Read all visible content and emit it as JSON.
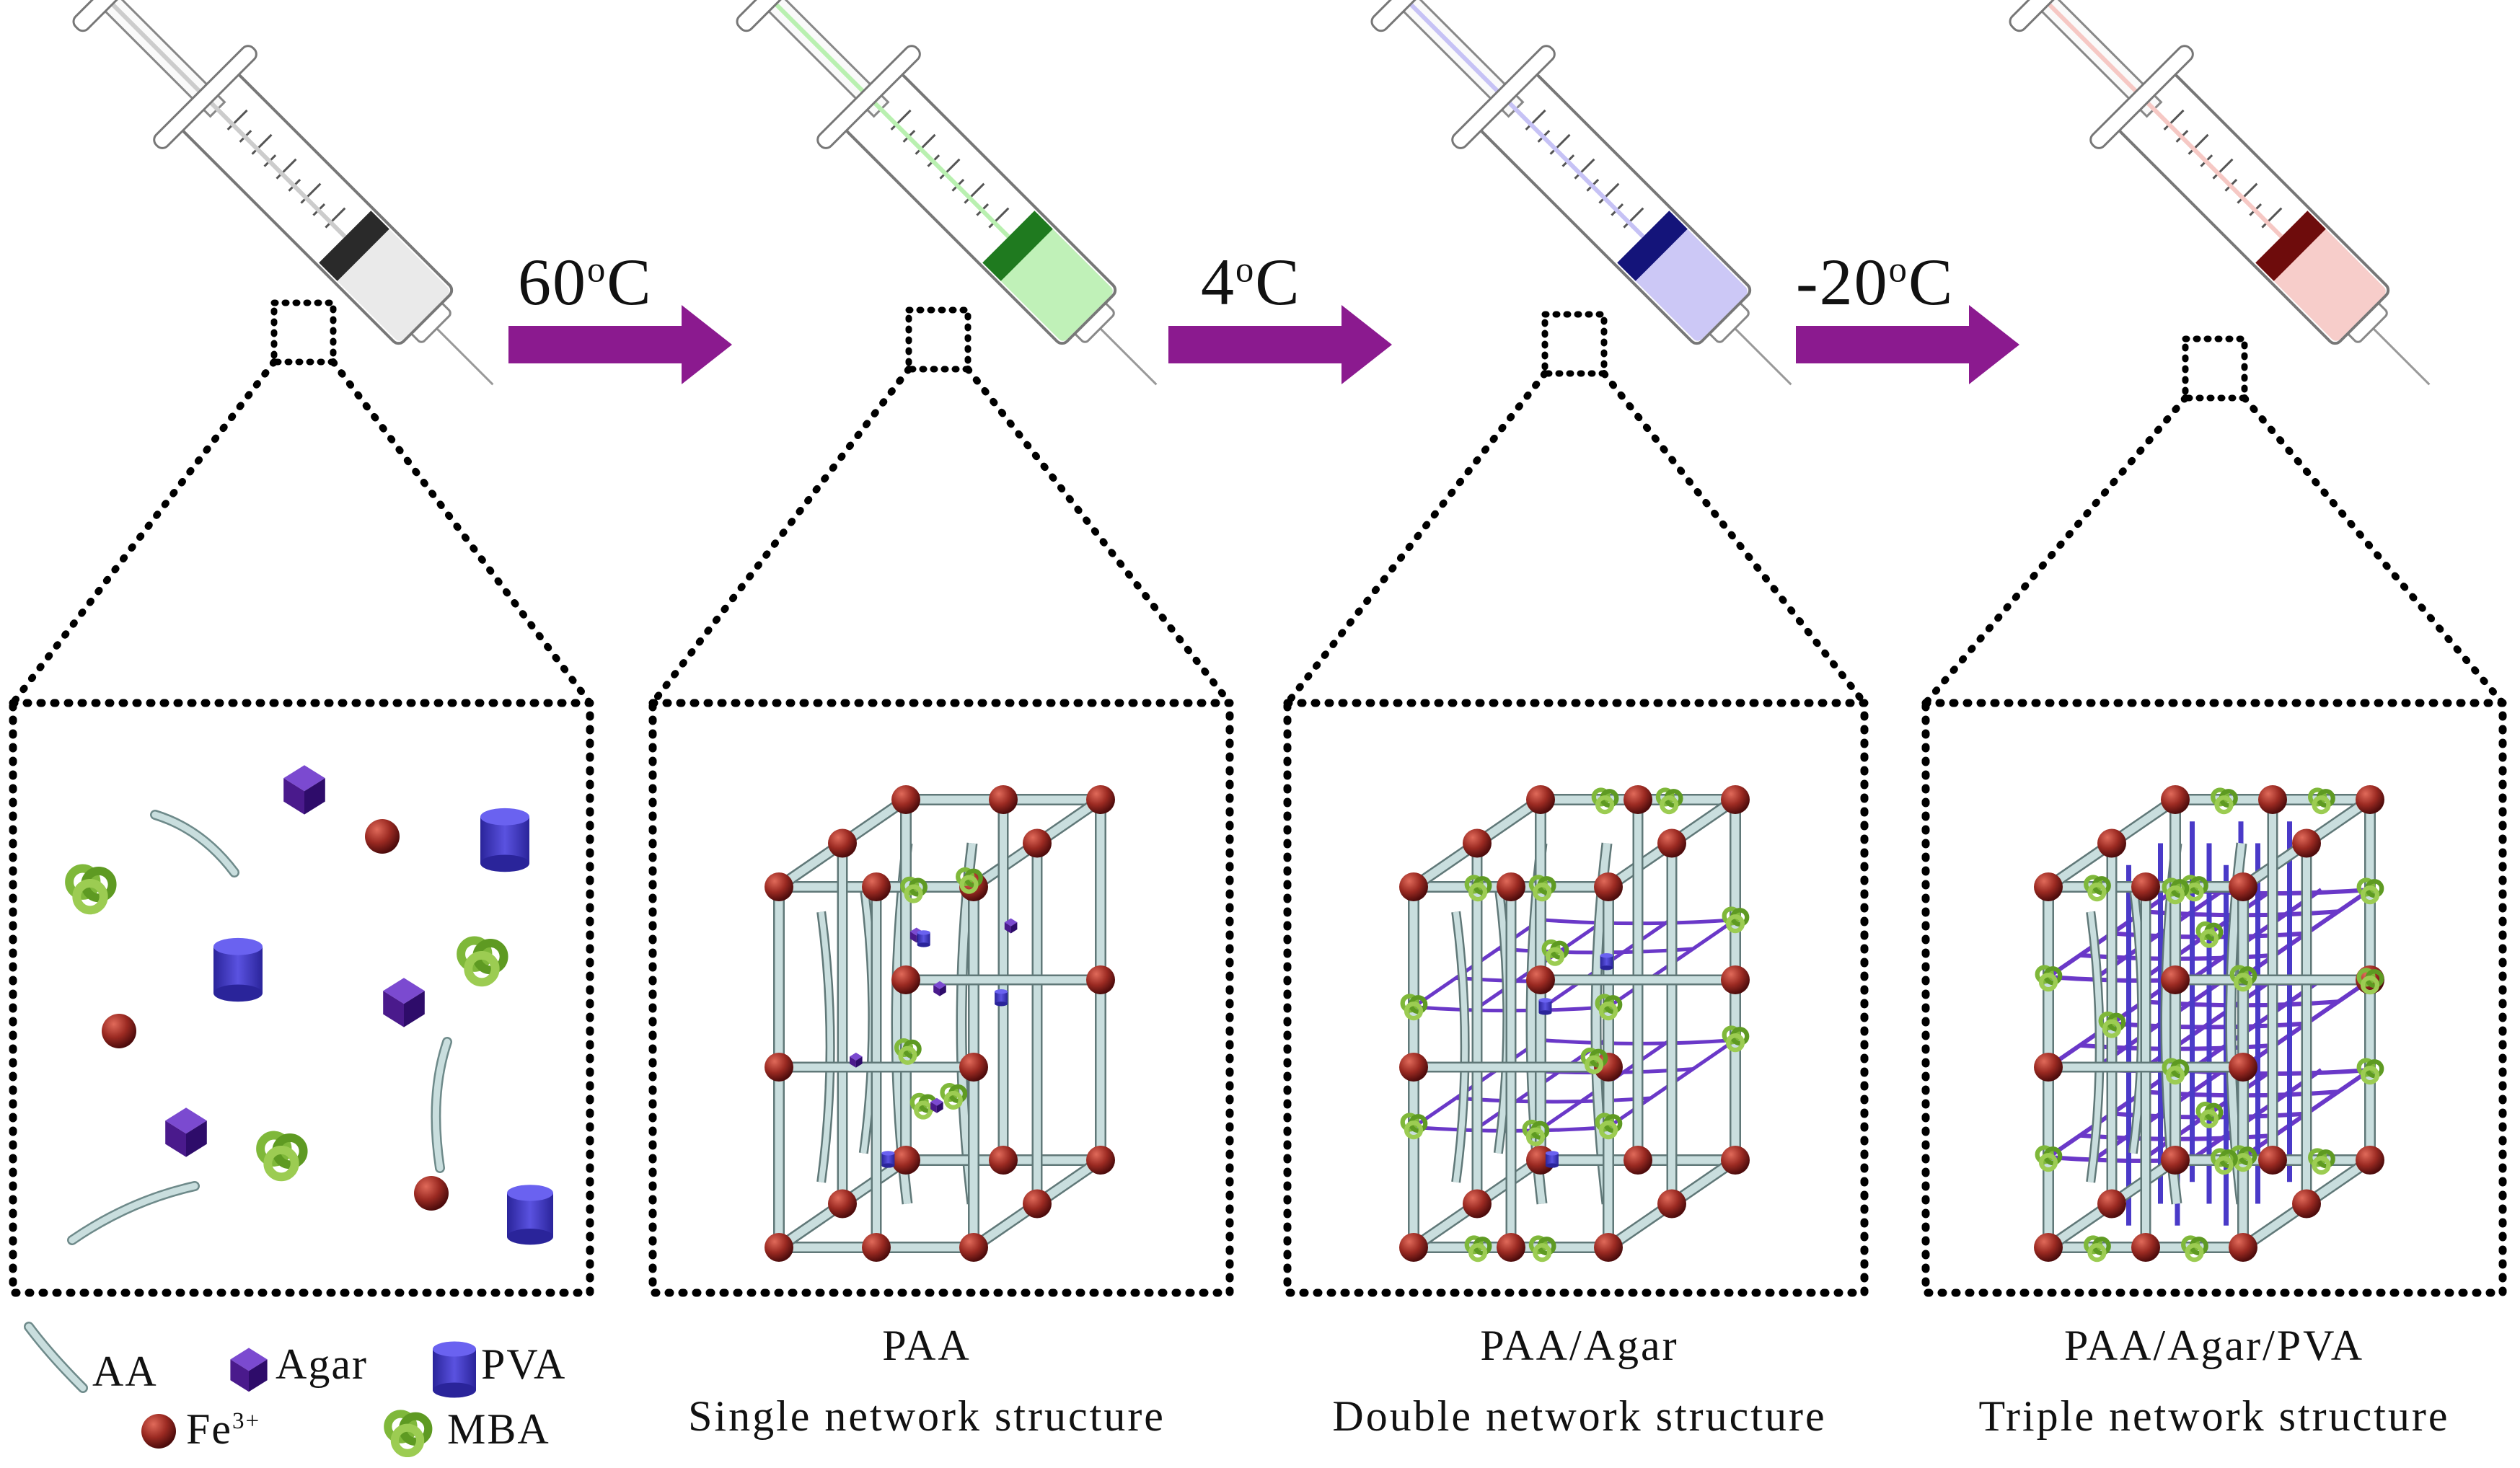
{
  "steps": [
    {
      "temp": "60",
      "deg": "o",
      "unit": "C"
    },
    {
      "temp": "4",
      "deg": "o",
      "unit": "C"
    },
    {
      "temp": "-20",
      "deg": "o",
      "unit": "C"
    }
  ],
  "panels": [
    {
      "id": "precursor",
      "name": "",
      "desc": "",
      "liquid_color": "#e8e8e8",
      "band_color": "#2a2a2a"
    },
    {
      "id": "paa",
      "name": "PAA",
      "desc": "Single network structure",
      "liquid_color": "#b9f0b0",
      "band_color": "#1f7a1f"
    },
    {
      "id": "paa-agar",
      "name": "PAA/Agar",
      "desc": "Double network structure",
      "liquid_color": "#c6c2f5",
      "band_color": "#14147a"
    },
    {
      "id": "paa-agar-pva",
      "name": "PAA/Agar/PVA",
      "desc": "Triple network structure",
      "liquid_color": "#f6c8c4",
      "band_color": "#6e0c0c"
    }
  ],
  "legend": {
    "aa": "AA",
    "agar": "Agar",
    "pva": "PVA",
    "fe_base": "Fe",
    "fe_sup": "3+",
    "mba": "MBA"
  },
  "colors": {
    "arrow": "#8b1a8f",
    "fe": "#8c1c1c",
    "agar": "#4a1a8c",
    "pva": "#3a35b5",
    "mba": "#7fb83a",
    "aa_chain": "#c9dede",
    "agar_chain": "#6a38c8",
    "pva_chain": "#4a3ac8"
  }
}
